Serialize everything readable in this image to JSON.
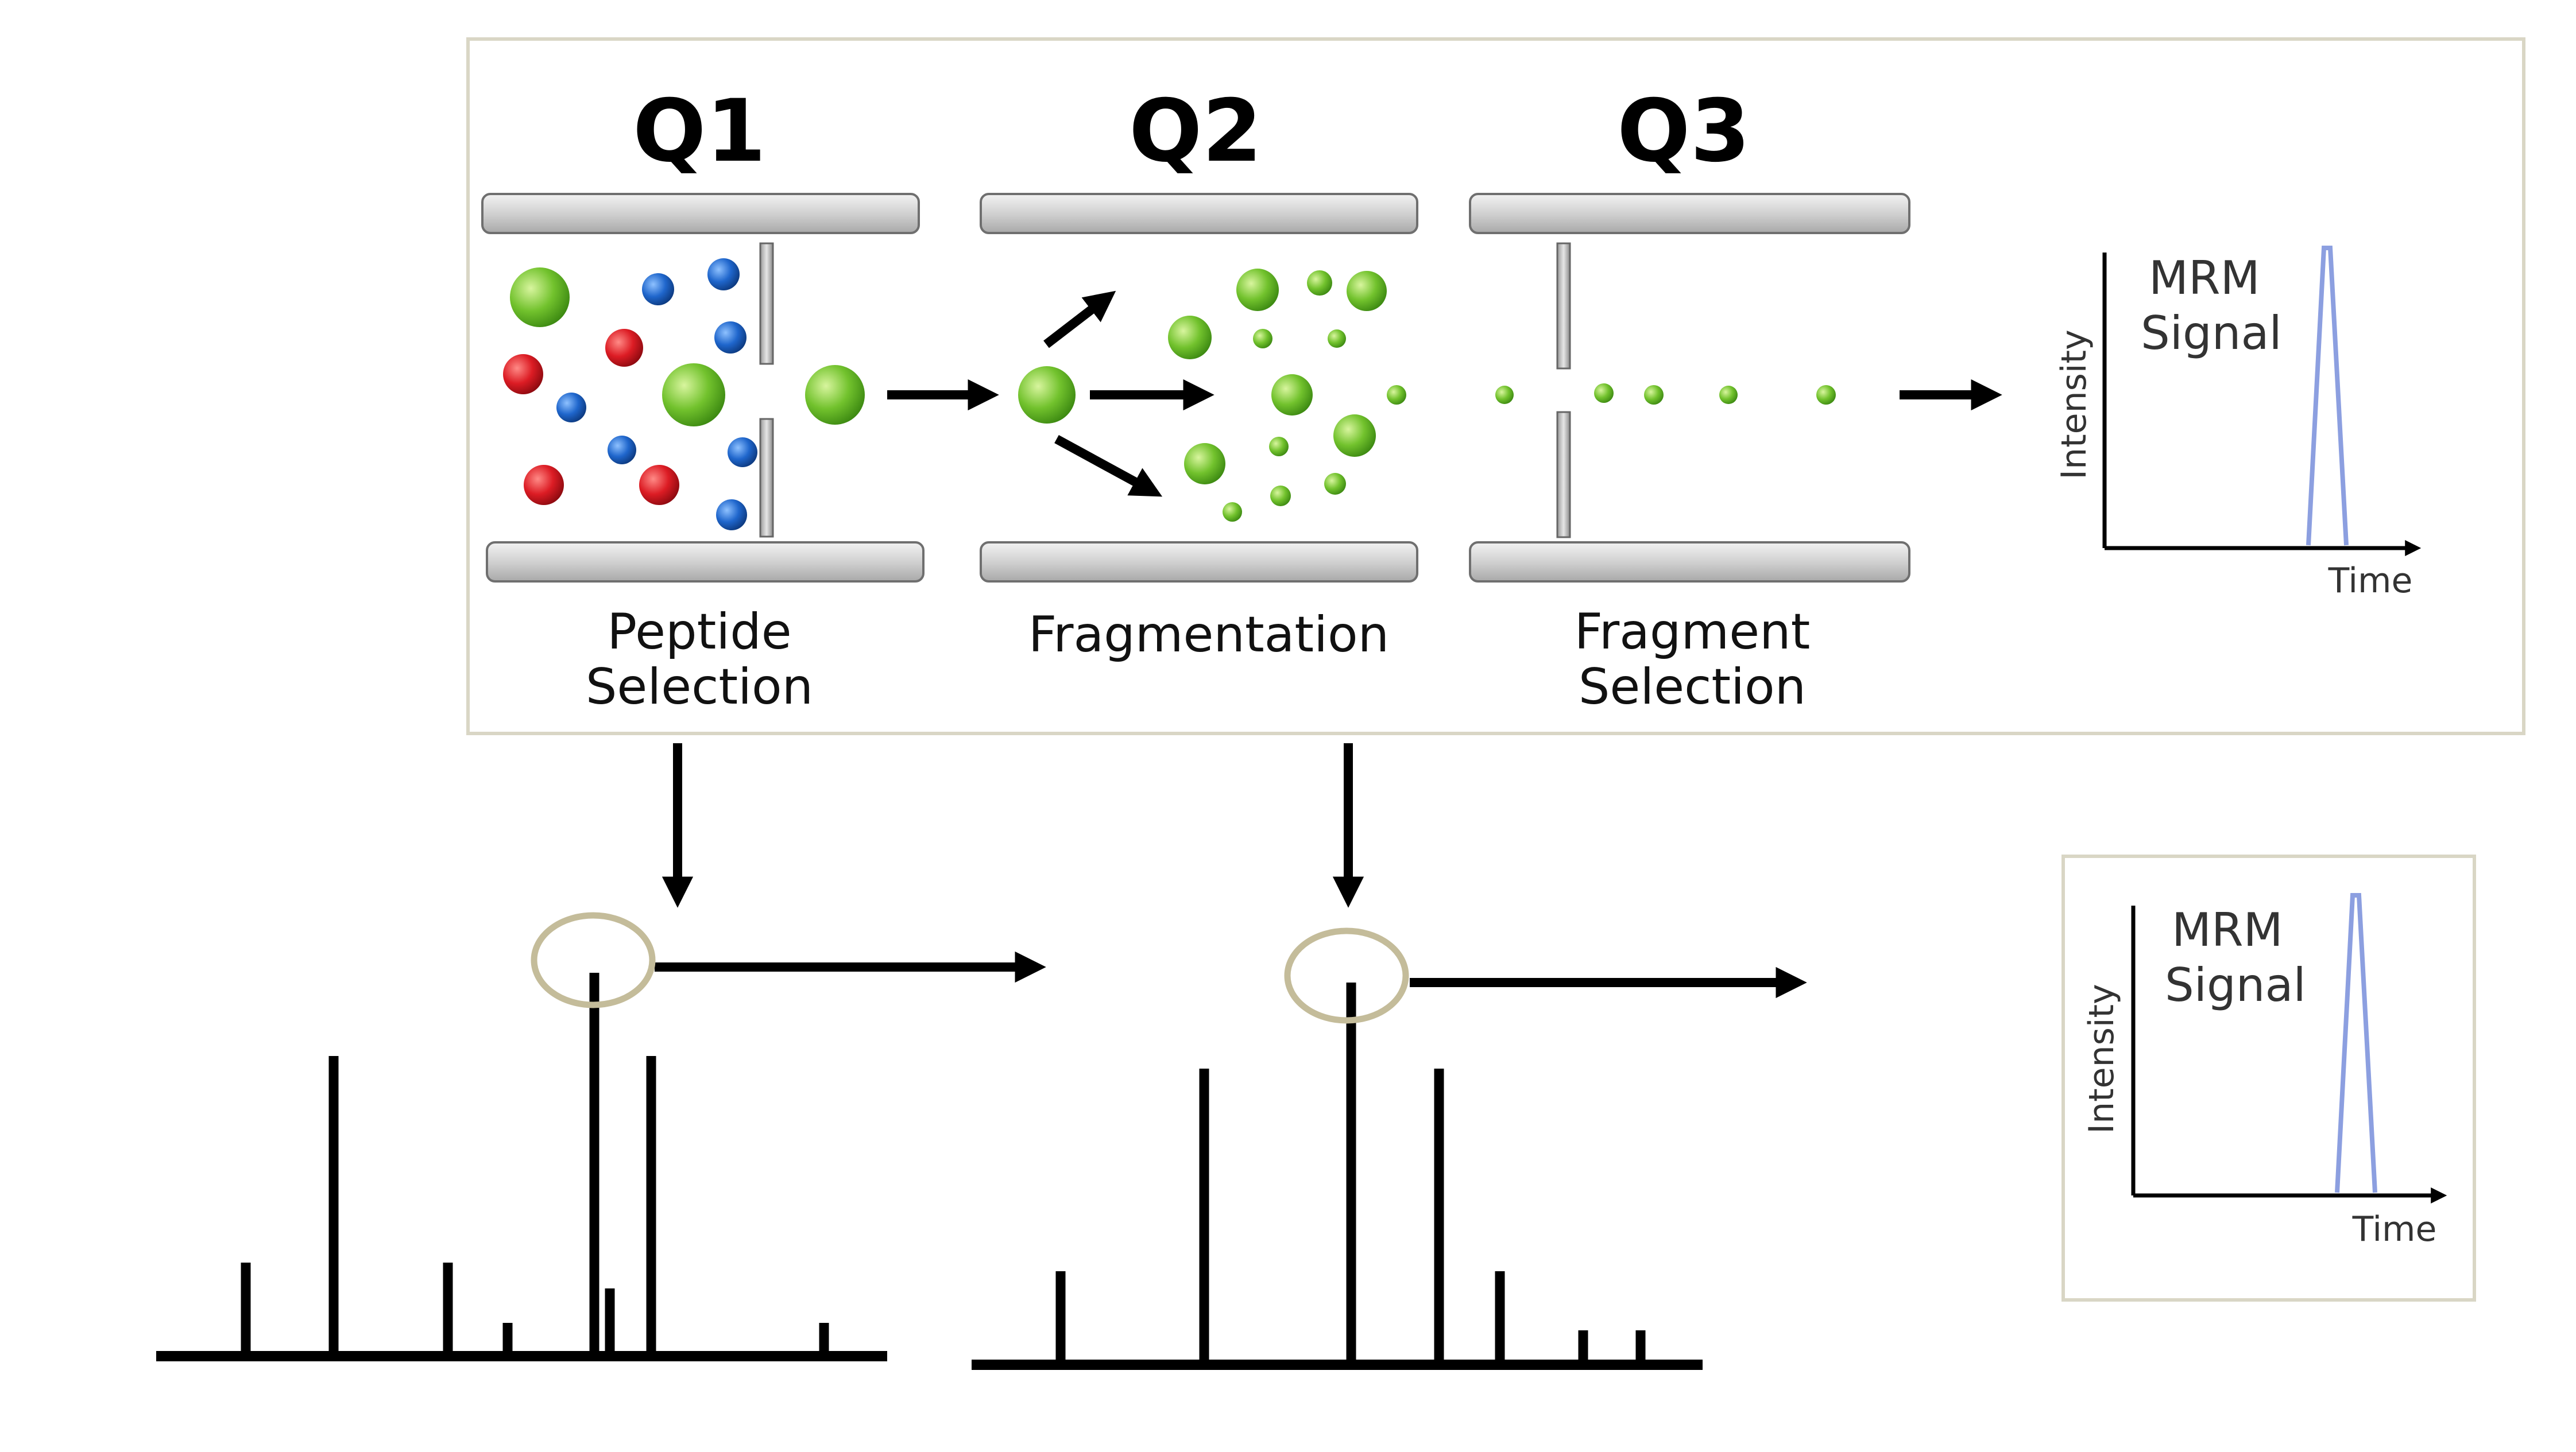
{
  "quadrupoles": [
    {
      "id": "q1",
      "title": "Q1",
      "caption": [
        "Peptide",
        "Selection"
      ]
    },
    {
      "id": "q2",
      "title": "Q2",
      "caption": [
        "Fragmentation"
      ]
    },
    {
      "id": "q3",
      "title": "Q3",
      "caption": [
        "Fragment",
        "Selection"
      ]
    }
  ],
  "mrm_plot_top": {
    "title": [
      "MRM",
      "Signal"
    ],
    "ylabel": "Intensity",
    "xlabel": "Time"
  },
  "mrm_plot_bottom": {
    "title": [
      "MRM",
      "Signal"
    ],
    "ylabel": "Intensity",
    "xlabel": "Time"
  },
  "colors": {
    "green_ion": "#6ab82a",
    "red_ion": "#d81a24",
    "blue_ion": "#1d64c8",
    "rod_fill": "#d4d4d4",
    "box_border": "#d9d6c5",
    "circle_highlight": "#c4bc9a",
    "peak_line": "#8c9fe0"
  }
}
